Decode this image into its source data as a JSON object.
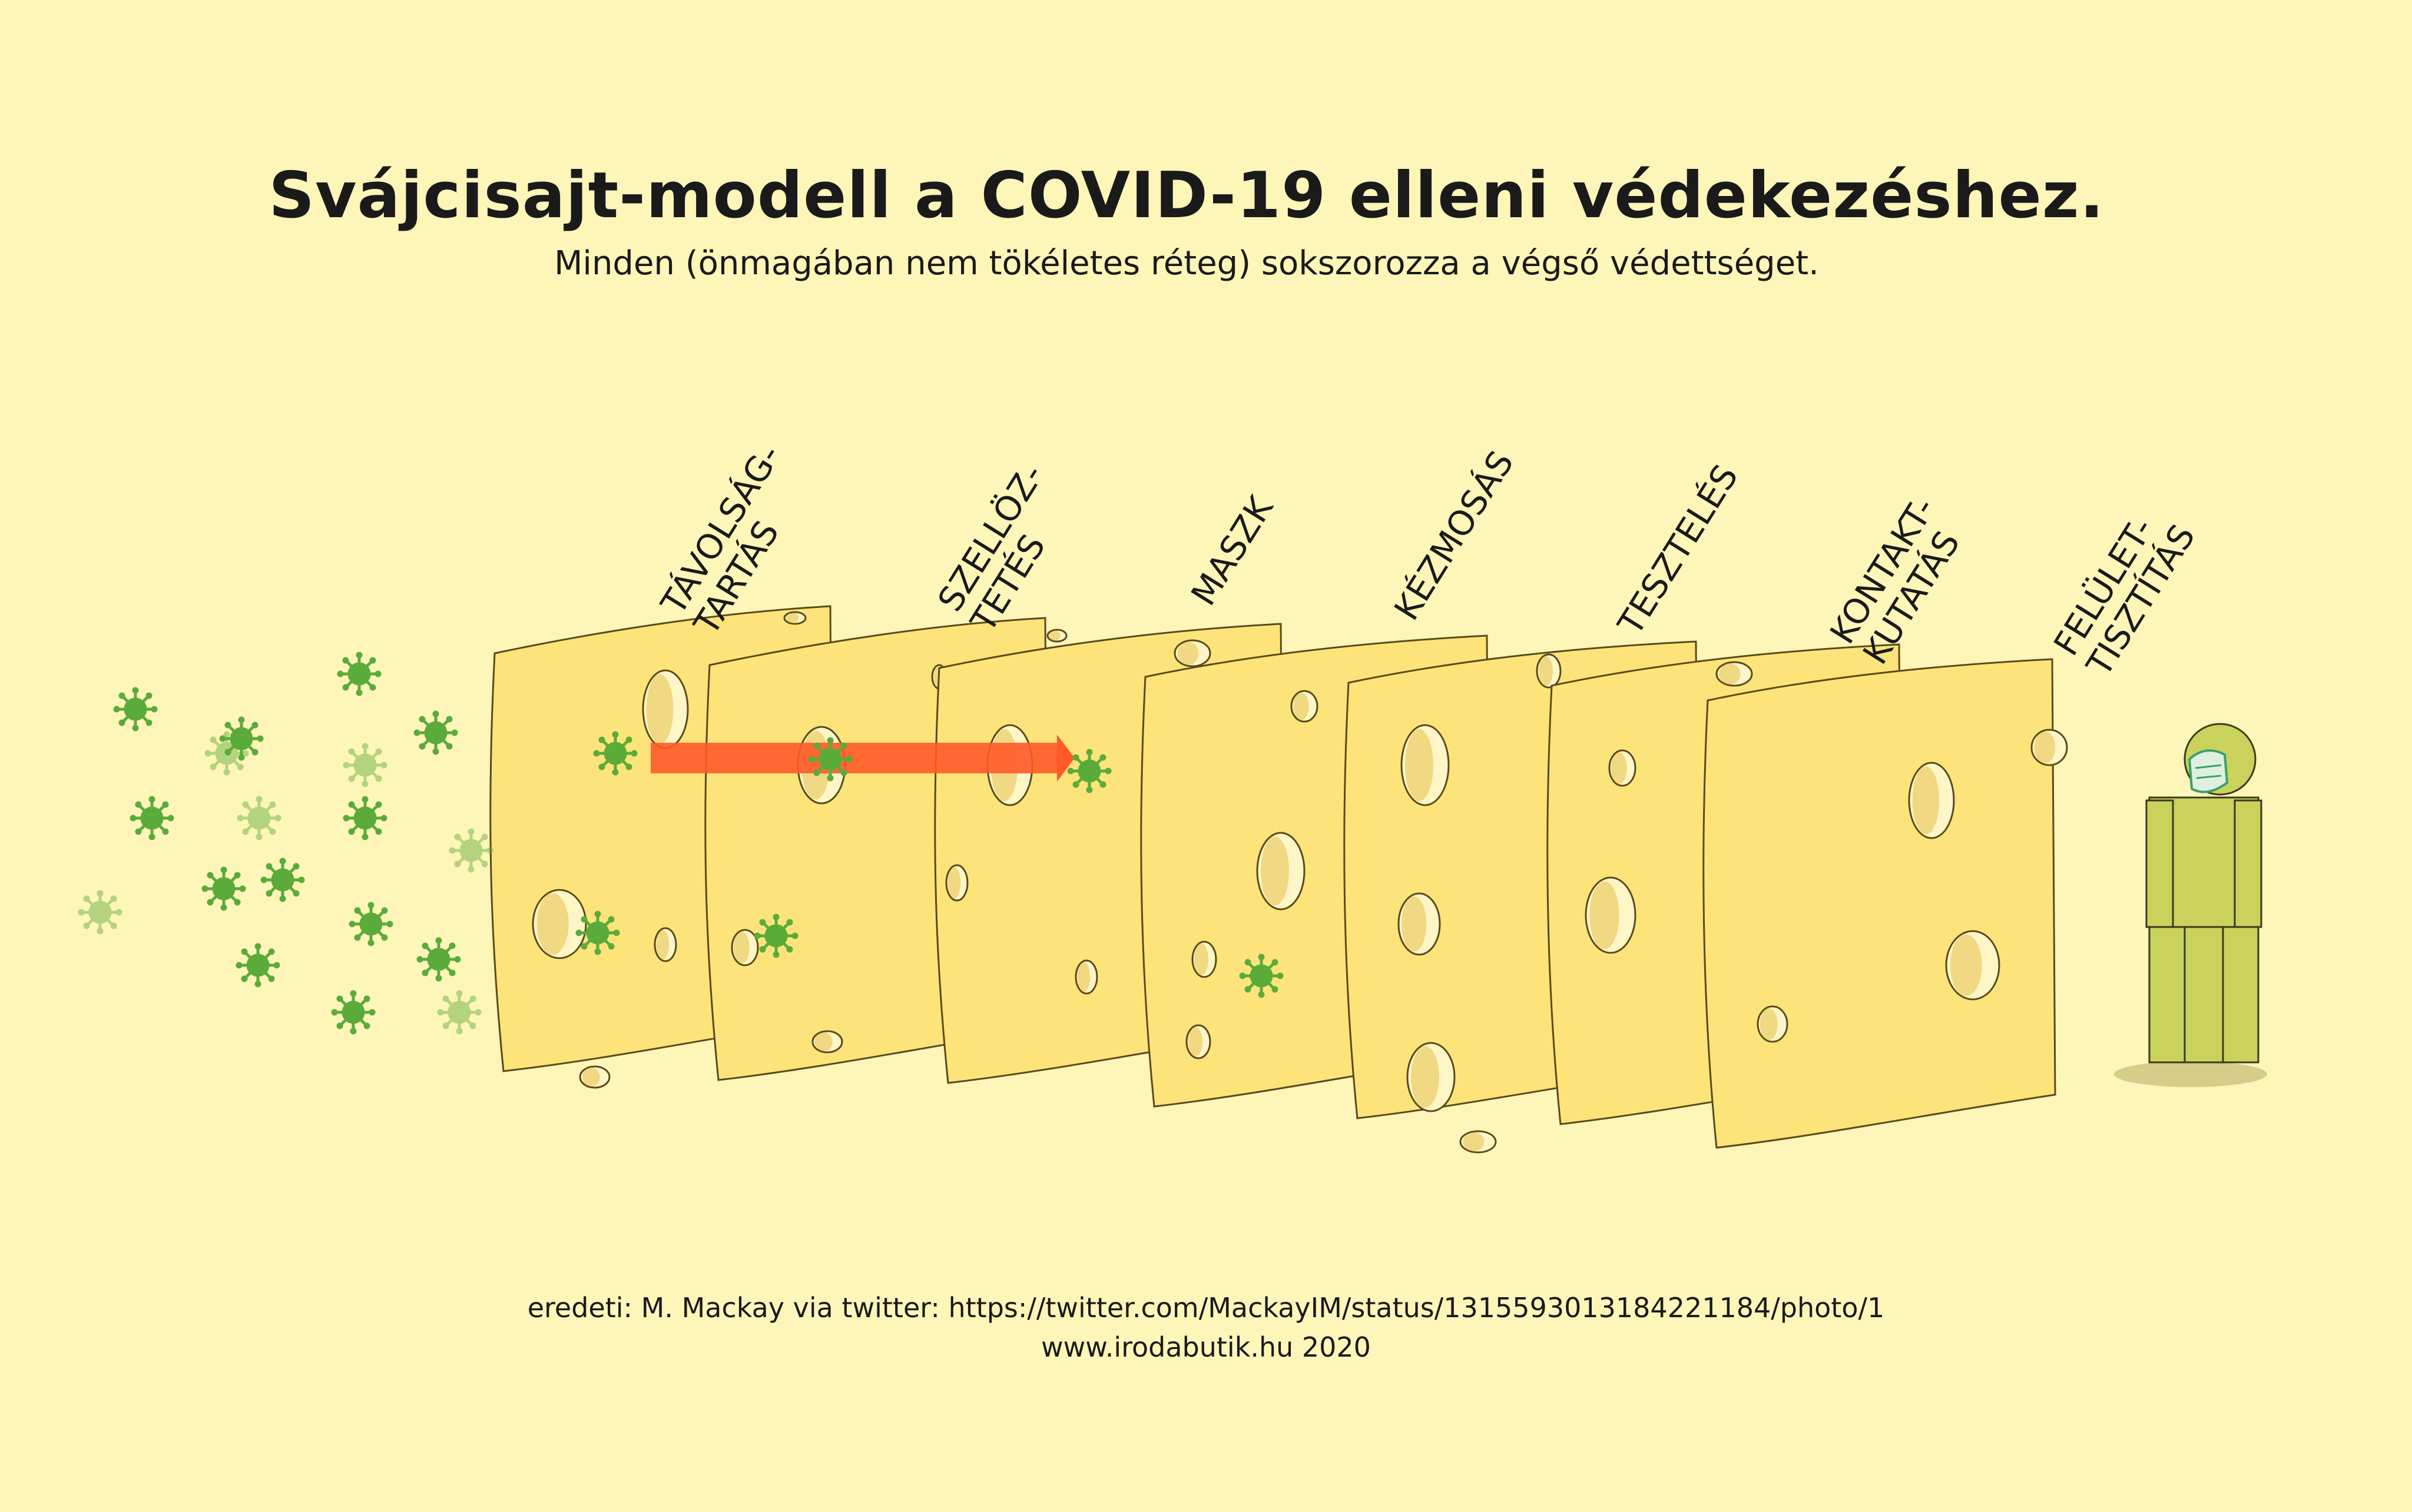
{
  "title": "Svájcisajt-modell a COVID-19 elleni védekezéshez.",
  "subtitle": "Minden (önmagában nem tökéletes réteg) sokszorozza a végső védettséget.",
  "layers": [
    {
      "label": "TÁVOLSÁG-\nTARTÁS"
    },
    {
      "label": "SZELLÖZ-\nTETÉS"
    },
    {
      "label": "MASZK"
    },
    {
      "label": "KÉZMOSÁS"
    },
    {
      "label": "TESZTELÉS"
    },
    {
      "label": "KONTAKT-\nKUTATÁS"
    },
    {
      "label": "FELÜLET-\nTISZTÍTÁS"
    }
  ],
  "credit": {
    "source": "eredeti: M. Mackay via twitter: https://twitter.com/MackayIM/status/1315593013184221184/photo/1",
    "site": "www.irodabutik.hu 2020"
  },
  "colors": {
    "background": "#fef5b8",
    "cheese": "#fde47a",
    "cheese_side": "#d3a300",
    "outline": "#5a4a1a",
    "virus": "#5bab3a",
    "arrow": "#ff5a28",
    "person": "#c9d35c"
  },
  "icons": {
    "virus": "virus-icon",
    "person": "person-icon",
    "mask": "mask-icon",
    "arrow": "arrow-icon"
  }
}
